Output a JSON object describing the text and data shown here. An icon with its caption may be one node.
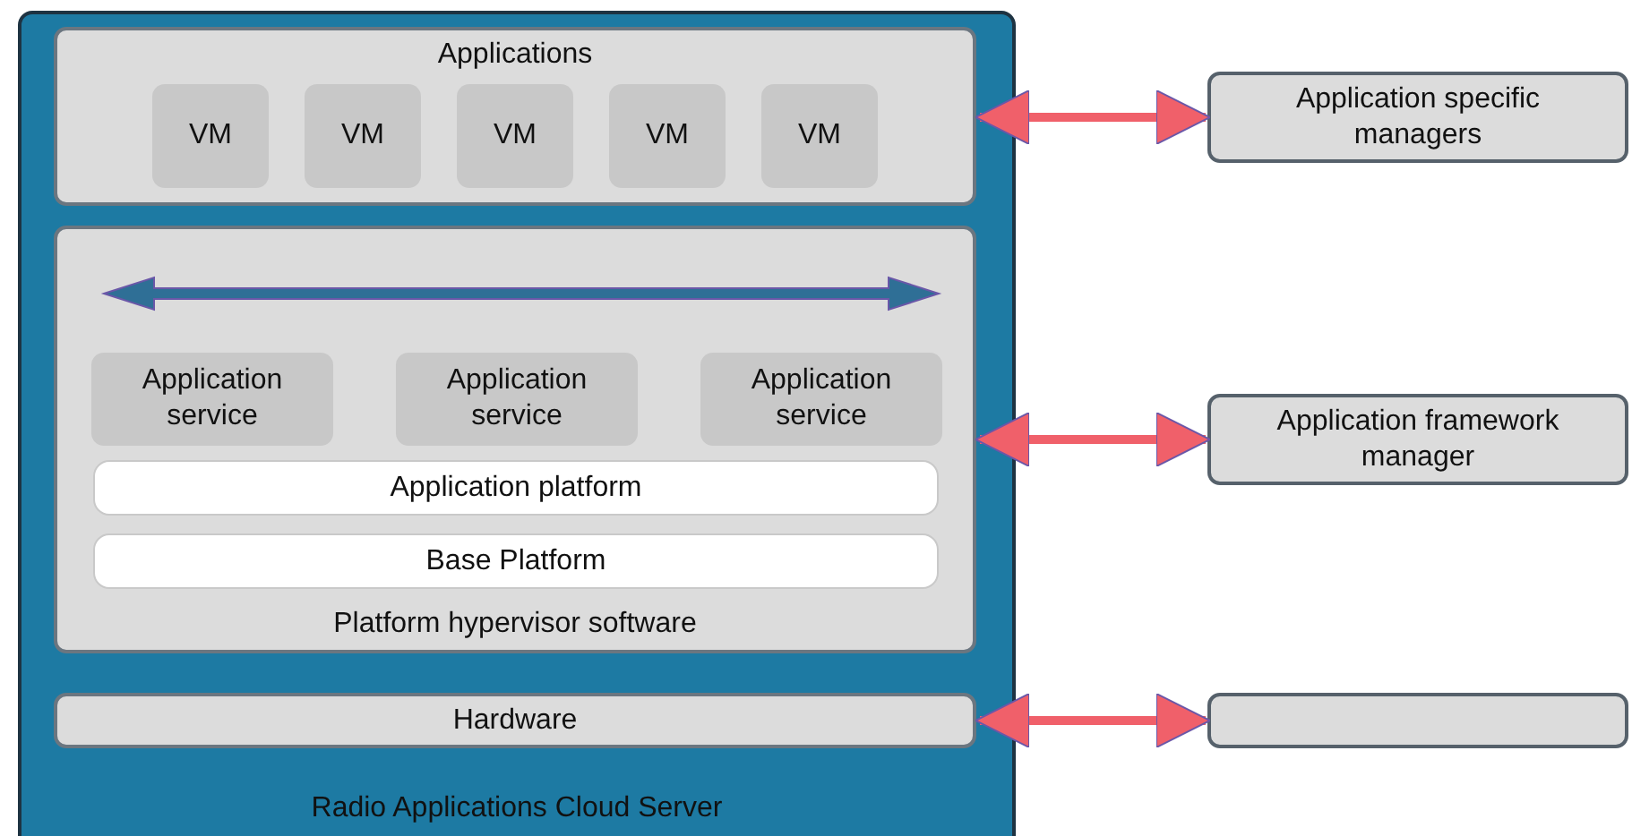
{
  "diagram": {
    "nodes": [
      {
        "text": [
          "Radio Applications Cloud Server"
        ]
      },
      {
        "text": [
          "Applications"
        ],
        "in": 0
      },
      {
        "text": [
          "VM"
        ],
        "in": 1
      },
      {
        "text": [
          "VM"
        ],
        "in": 1
      },
      {
        "text": [
          "VM"
        ],
        "in": 1
      },
      {
        "text": [
          "VM"
        ],
        "in": 1
      },
      {
        "text": [
          "VM"
        ],
        "in": 1
      },
      {
        "text": [
          "Platform hypervisor software"
        ],
        "in": 0
      },
      {
        "text": [
          "Application service"
        ],
        "in": 7
      },
      {
        "text": [
          "Application service"
        ],
        "in": 7
      },
      {
        "text": [
          "Application service"
        ],
        "in": 7
      },
      {
        "text": [
          "Application platform"
        ],
        "in": 7
      },
      {
        "text": [
          "Base Platform"
        ],
        "in": 7
      },
      {
        "text": [
          "Hardware"
        ],
        "in": 0
      },
      {
        "text": [
          "Application specific managers"
        ]
      },
      {
        "text": [
          "Application framework manager"
        ]
      },
      {
        "text": [],
        "shape": "box"
      }
    ],
    "edges": [
      {
        "from": 1,
        "to": 14,
        "arrow": "both"
      },
      {
        "from": 7,
        "to": 15,
        "arrow": "both"
      },
      {
        "from": 13,
        "to": 16,
        "arrow": "both"
      }
    ]
  }
}
